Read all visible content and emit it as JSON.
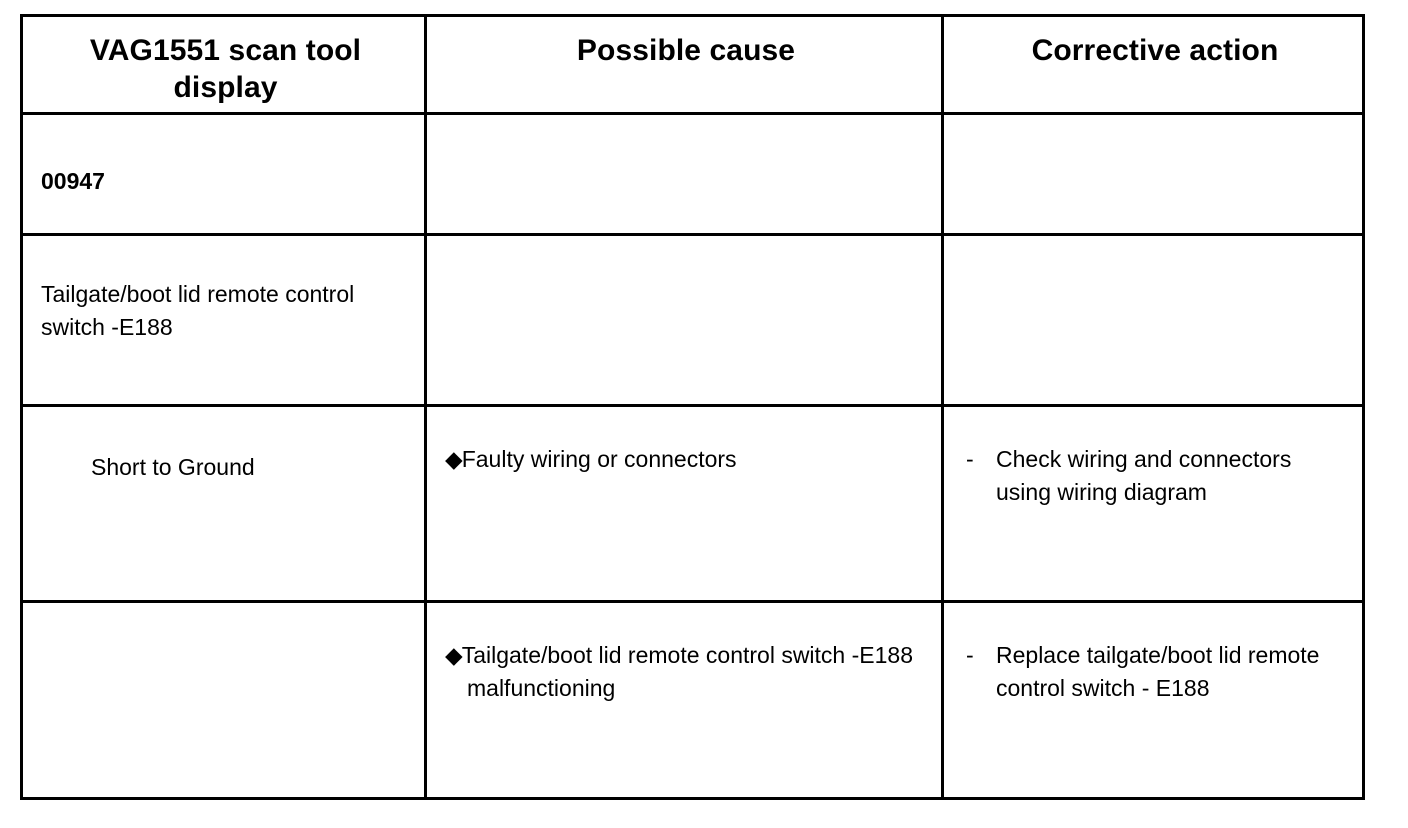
{
  "table": {
    "headers": [
      {
        "label": "VAG1551 scan tool display"
      },
      {
        "label": "Possible cause"
      },
      {
        "label": "Corrective action"
      }
    ],
    "bullet_glyph": "◆",
    "dash_glyph": "-",
    "rows": [
      {
        "name": "fault-code-row",
        "display": "00947",
        "causes": [],
        "actions": []
      },
      {
        "name": "component-row",
        "display": "Tailgate/boot lid remote control switch -E188",
        "causes": [],
        "actions": []
      },
      {
        "name": "fault-type-row",
        "display": "Short to Ground",
        "causes": [
          "Faulty wiring or connectors"
        ],
        "actions": [
          "Check wiring and connectors using wiring diagram"
        ]
      },
      {
        "name": "secondary-cause-row",
        "display": "",
        "causes": [
          "Tailgate/boot lid remote control switch -E188 malfunctioning"
        ],
        "actions": [
          "Replace tailgate/boot lid remote control switch - E188"
        ]
      }
    ]
  },
  "colors": {
    "border": "#000000",
    "background": "#ffffff",
    "text": "#000000"
  }
}
